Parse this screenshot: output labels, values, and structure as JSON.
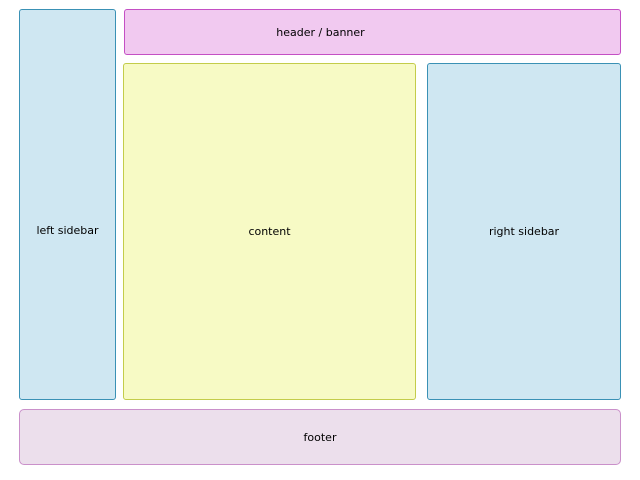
{
  "page": {
    "background": "#ffffff",
    "text_color": "#000000"
  },
  "regions": {
    "header": {
      "label": "header / banner",
      "fill": "#f1c9f0",
      "border": "#c44fc4"
    },
    "left_sidebar": {
      "label": "left sidebar",
      "fill": "#cfe7f2",
      "border": "#3a91b5"
    },
    "content": {
      "label": "content",
      "fill": "#f7fac5",
      "border": "#c3cc4a"
    },
    "right_sidebar": {
      "label": "right sidebar",
      "fill": "#cfe7f2",
      "border": "#3a91b5"
    },
    "footer": {
      "label": "footer",
      "fill": "#ecdfec",
      "border": "#ca90ca"
    }
  }
}
